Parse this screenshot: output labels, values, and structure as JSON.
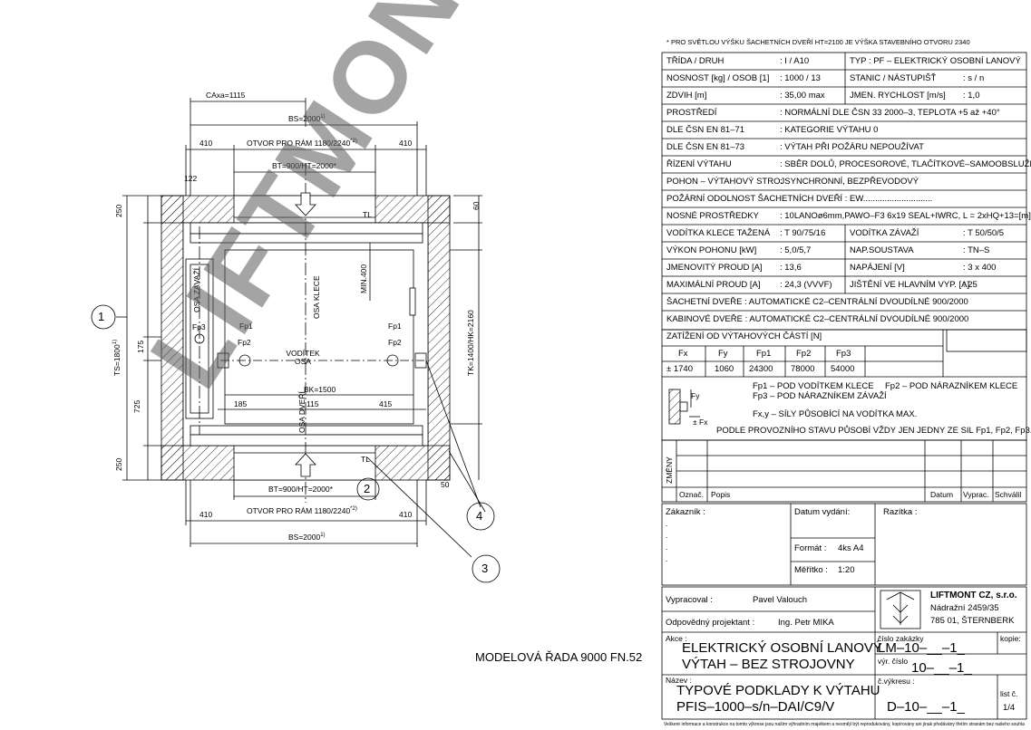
{
  "drawing": {
    "caxa": "CAxa=1115",
    "bs_top": "BS=2000",
    "bs_sup": "1)",
    "dim_410": "410",
    "otvor_top": "OTVOR PRO RÁM 1180/2240",
    "otvor_sup": "*2)",
    "bt_top": "BT=900/HT=2000*",
    "dim_122": "122",
    "dim_250": "250",
    "dim_60": "60",
    "tl": "TL",
    "ts": "TS=1800",
    "ts_sup": "1)",
    "dim_175": "175",
    "dim_725": "725",
    "tk": "TK=1400/HK=2160",
    "osa_zavazi": "OSA ZÁVAŽÍ",
    "osa_klece": "OSA KLECE",
    "min400": "MIN.400",
    "fp1": "Fp1",
    "fp2": "Fp2",
    "fp3": "Fp3",
    "voditek_osa": "VODÍTEK OSA",
    "bk": "BK=1500",
    "dim_185": "185",
    "dim_115": "115",
    "dim_415": "415",
    "osa_dveri": "OSA DVEŘÍ",
    "bt_bottom": "BT=900/HT=2000*",
    "otvor_bottom": "OTVOR PRO RÁM 1180/2240",
    "bs_bottom": "BS=2000",
    "dim_50": "50",
    "circle_1": "1",
    "circle_2": "2",
    "circle_3": "3",
    "circle_4": "4",
    "model": "MODELOVÁ ŘADA 9000 FN.52"
  },
  "watermark": "LIFTMONT CZ s.r.o.",
  "spec": {
    "note": "* PRO SVĚTLOU VÝŠKU ŠACHETNÍCH DVEŘÍ HT=2100 JE VÝŠKA STAVEBNÍHO OTVORU 2340",
    "rows": [
      {
        "l": "TŘÍDA / DRUH",
        "v": ":  I   /  A10",
        "l2": "TYP : PF – ELEKTRICKÝ OSOBNÍ LANOVÝ",
        "v2": ""
      },
      {
        "l": "NOSNOST [kg] / OSOB [1]",
        "v": ":  1000 / 13",
        "l2": "STANIC / NÁSTUPIŠŤ",
        "v2": ":      s / n"
      },
      {
        "l": "ZDVIH [m]",
        "v": ":  35,00 max",
        "l2": "JMEN. RYCHLOST [m/s]",
        "v2": ":      1,0"
      },
      {
        "l": "PROSTŘEDÍ",
        "v": ":  NORMÁLNÍ DLE ČSN 33 2000–3, TEPLOTA +5 až +40°"
      },
      {
        "l": "DLE ČSN EN 81–71",
        "v": ":  KATEGORIE VÝTAHU 0"
      },
      {
        "l": "DLE ČSN EN 81–73",
        "v": ":  VÝTAH PŘI POŽÁRU NEPOUŽÍVAT"
      },
      {
        "l": "ŘÍZENÍ VÝTAHU",
        "v": ":  SBĚR DOLŮ, PROCESOROVÉ, TLAČÍTKOVÉ–SAMOOBSLUŽNÉ"
      },
      {
        "l": "POHON – VÝTAHOVÝ STROJ",
        "v": ":  SYNCHRONNÍ, BEZPŘEVODOVÝ"
      },
      {
        "l": "POŽÁRNÍ ODOLNOST ŠACHETNÍCH DVEŘÍ  :  EW.............................",
        "v": ""
      },
      {
        "l": "NOSNÉ PROSTŘEDKY",
        "v": ":  10LANOø6mm,PAWO–F3 6x19 SEAL+IWRC, L = 2xHQ+13=[m]"
      },
      {
        "l": "VODÍTKA KLECE TAŽENÁ",
        "v": ":  T 90/75/16",
        "l2": "VODÍTKA ZÁVAŽÍ",
        "v2": ":  T 50/50/5"
      },
      {
        "l": "VÝKON POHONU [kW]",
        "v": ":  5,0/5,7",
        "l2": "NAP.SOUSTAVA",
        "v2": ":  TN–S"
      },
      {
        "l": "JMENOVITÝ PROUD [A]",
        "v": ":  13,6",
        "l2": "NAPÁJENÍ [V]",
        "v2": ":  3 x 400"
      },
      {
        "l": "MAXIMÁLNÍ PROUD [A]",
        "v": ":  24,3 (VVVF)",
        "l2": "JIŠTĚNÍ VE HLAVNÍM VYP. [A]",
        "v2": ":  25"
      },
      {
        "l": "ŠACHETNÍ DVEŘE   :   AUTOMATICKÉ C2–CENTRÁLNÍ DVOUDÍLNÉ 900/2000",
        "v": ""
      },
      {
        "l": "KABINOVÉ DVEŘE   :   AUTOMATICKÉ C2–CENTRÁLNÍ DVOUDÍLNÉ 900/2000",
        "v": ""
      }
    ]
  },
  "loads": {
    "title": "ZATÍŽENÍ OD VÝTAHOVÝCH ČÁSTÍ [N]",
    "headers": [
      "Fx",
      "Fy",
      "Fp1",
      "Fp2",
      "Fp3"
    ],
    "values": [
      "± 1740",
      "1060",
      "24300",
      "78000",
      "54000"
    ],
    "legend1": "Fp1 – POD VODÍTKEM KLECE",
    "legend1b": "Fp2 – POD NÁRAZNÍKEM KLECE",
    "legend2": "Fp3 – POD NÁRAZNÍKEM ZÁVAŽÍ",
    "legend3": "Fx,y – SÍLY PŮSOBÍCÍ NA VODÍTKA MAX.",
    "legend4": "PODLE PROVOZNÍHO STAVU PŮSOBÍ VŽDY JEN JEDNY ZE SIL Fp1, Fp2, Fp3.",
    "fy": "Fy",
    "fx": "± Fx"
  },
  "changes": {
    "side": "ZMĚNY",
    "oznac": "Označ.",
    "popis": "Popis",
    "datum": "Datum",
    "vyprac": "Vyprac.",
    "schvalil": "Schválil"
  },
  "title_block": {
    "zakaznik": "Zákazník :",
    "datum_vydani": "Datum vydání:",
    "razitka": "Razítka :",
    "format_label": "Formát :",
    "format_value": "4ks A4",
    "meritko_label": "Měřítko :",
    "meritko_value": "1:20",
    "vypracoval_label": "Vypracoval :",
    "vypracoval_value": "Pavel Valouch",
    "projektant_label": "Odpovědný projektant :",
    "projektant_value": "Ing. Petr MIKA",
    "company": "LIFTMONT CZ, s.r.o.",
    "street": "Nádražní 2459/35",
    "city": "785 01, ŠTERNBERK",
    "akce_label": "Akce :",
    "akce_line1": "ELEKTRICKÝ OSOBNÍ LANOVÝ",
    "akce_line2": "VÝTAH – BEZ STROJOVNY",
    "cislo_zakazky_label": "číslo zakázky",
    "cislo_zakazky_value": "LM–10–__–1_",
    "kopie_label": "kopie:",
    "vyr_cislo_label": "výr. číslo",
    "vyr_cislo_value": "10–__–1_",
    "nazev_label": "Název :",
    "nazev_line1": "TYPOVÉ PODKLADY K VÝTAHU",
    "nazev_line2": "PFIS–1000–s/n–DAI/C9/V",
    "c_vykresu_label": "č.výkresu :",
    "c_vykresu_value": "D–10–__–1_",
    "list_label": "list č.",
    "list_value": "1/4",
    "footer": "Veškeré informace a konstrukce na tomto výkrese jsou naším výhradním majetkem a nesmějí být reprodukovány, kopírovány ani jinak předávány třetím stranám bez našeho souhlasu."
  }
}
